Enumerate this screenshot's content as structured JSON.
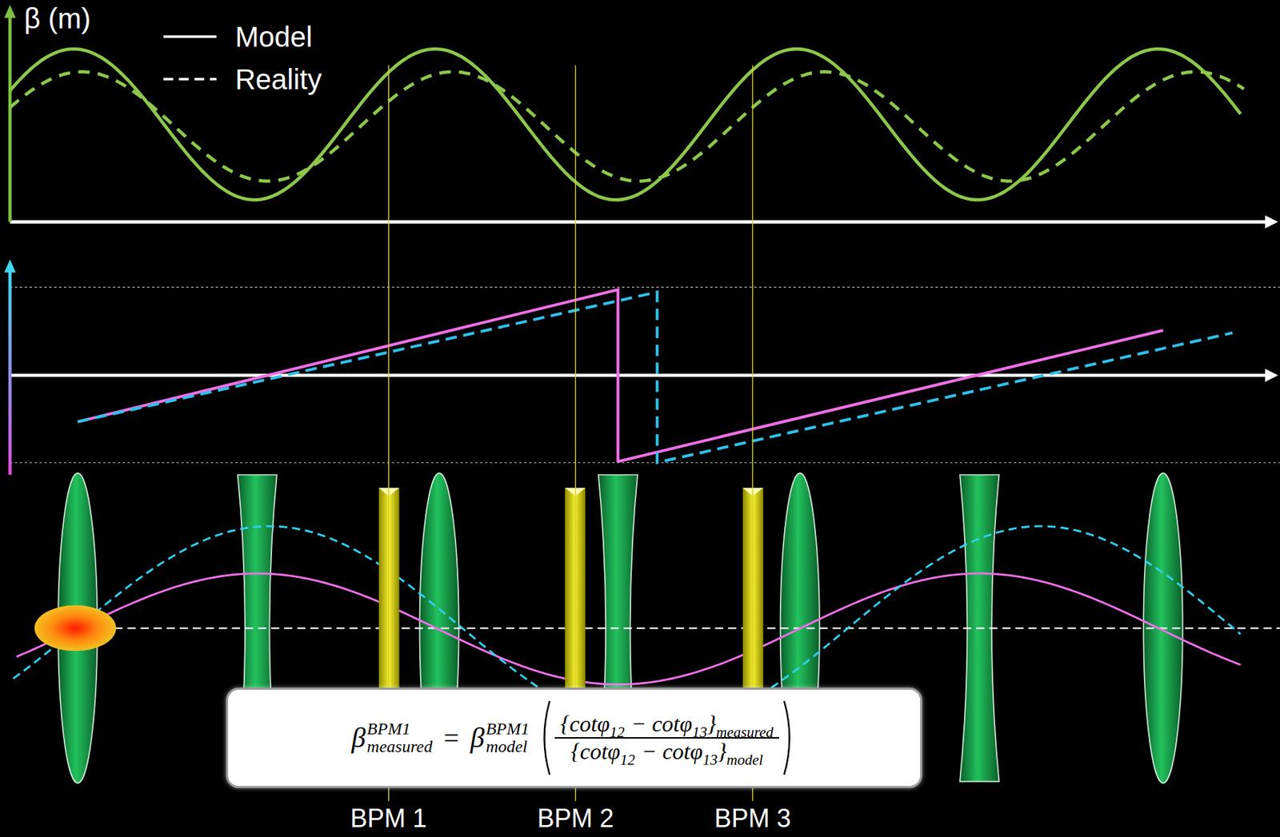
{
  "diagram": {
    "nodes": [
      {
        "text": [
          "β",
          "BPM1",
          "measured",
          "=",
          "β",
          "BPM1",
          "model",
          "{cotφ",
          "12",
          "− cotφ",
          "13",
          "}",
          "measured",
          "{cotφ",
          "12",
          "− cotφ",
          "13",
          "}",
          "model"
        ]
      }
    ],
    "labels": [
      "β (m)",
      "BPM 1",
      "BPM 2",
      "BPM 3"
    ],
    "legend": [
      {
        "text": "Model"
      },
      {
        "text": "Reality"
      }
    ]
  }
}
